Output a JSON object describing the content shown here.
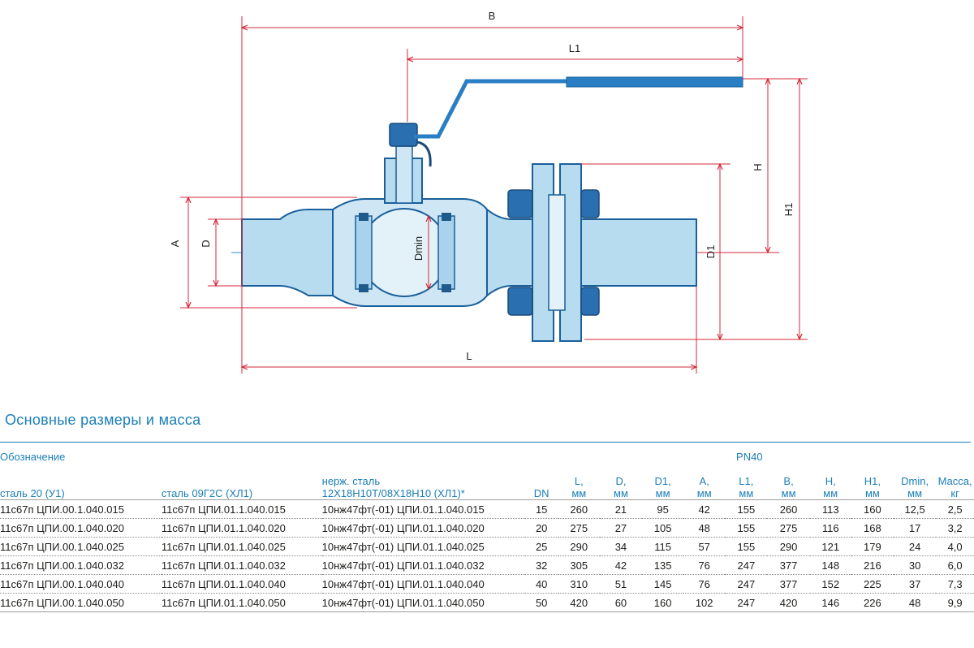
{
  "drawing": {
    "labels": {
      "B": "B",
      "L1": "L1",
      "H": "H",
      "H1": "H1",
      "A": "A",
      "D": "D",
      "Dmin": "Dmin",
      "D1": "D1",
      "L": "L"
    },
    "colors": {
      "body": "#b7dcef",
      "body_stroke": "#1a5f9a",
      "handle": "#2a7fc4",
      "dim_line": "#d32a3a",
      "center_line": "#2a8fd0"
    }
  },
  "section_title": "Основные размеры и масса",
  "table": {
    "designation_label": "Обозначение",
    "pn_label": "PN40",
    "headers": {
      "steel20": "сталь 20 (У1)",
      "steel09": "сталь 09Г2С (ХЛ1)",
      "stainless_line1": "нерж. сталь",
      "stainless_line2": "12Х18Н10Т/08Х18Н10 (ХЛ1)*",
      "dn": "DN",
      "L": [
        "L,",
        "мм"
      ],
      "D": [
        "D,",
        "мм"
      ],
      "D1": [
        "D1,",
        "мм"
      ],
      "A": [
        "A,",
        "мм"
      ],
      "L1": [
        "L1,",
        "мм"
      ],
      "B": [
        "B,",
        "мм"
      ],
      "H": [
        "H,",
        "мм"
      ],
      "H1": [
        "H1,",
        "мм"
      ],
      "Dmin": [
        "Dmin,",
        "мм"
      ],
      "mass": [
        "Масса,",
        "кг"
      ]
    },
    "rows": [
      [
        "11с67п ЦПИ.00.1.040.015",
        "11с67п ЦПИ.01.1.040.015",
        "10нж47фт(-01) ЦПИ.01.1.040.015",
        "15",
        "260",
        "21",
        "95",
        "42",
        "155",
        "260",
        "113",
        "160",
        "12,5",
        "2,5"
      ],
      [
        "11с67п ЦПИ.00.1.040.020",
        "11с67п ЦПИ.01.1.040.020",
        "10нж47фт(-01) ЦПИ.01.1.040.020",
        "20",
        "275",
        "27",
        "105",
        "48",
        "155",
        "275",
        "116",
        "168",
        "17",
        "3,2"
      ],
      [
        "11с67п ЦПИ.00.1.040.025",
        "11с67п ЦПИ.01.1.040.025",
        "10нж47фт(-01) ЦПИ.01.1.040.025",
        "25",
        "290",
        "34",
        "115",
        "57",
        "155",
        "290",
        "121",
        "179",
        "24",
        "4,0"
      ],
      [
        "11с67п ЦПИ.00.1.040.032",
        "11с67п ЦПИ.01.1.040.032",
        "10нж47фт(-01) ЦПИ.01.1.040.032",
        "32",
        "305",
        "42",
        "135",
        "76",
        "247",
        "377",
        "148",
        "216",
        "30",
        "6,0"
      ],
      [
        "11с67п ЦПИ.00.1.040.040",
        "11с67п ЦПИ.01.1.040.040",
        "10нж47фт(-01) ЦПИ.01.1.040.040",
        "40",
        "310",
        "51",
        "145",
        "76",
        "247",
        "377",
        "152",
        "225",
        "37",
        "7,3"
      ],
      [
        "11с67п ЦПИ.00.1.040.050",
        "11с67п ЦПИ.01.1.040.050",
        "10нж47фт(-01) ЦПИ.01.1.040.050",
        "50",
        "420",
        "60",
        "160",
        "102",
        "247",
        "420",
        "146",
        "226",
        "48",
        "9,9"
      ]
    ]
  }
}
